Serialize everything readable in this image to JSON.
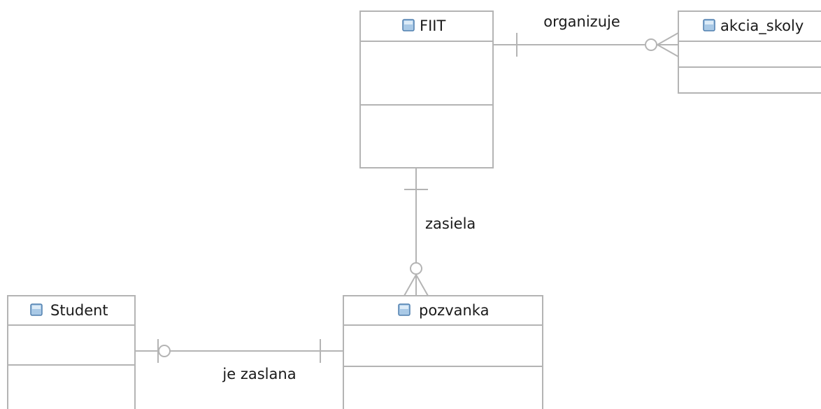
{
  "entities": {
    "fiit": {
      "name": "FIIT",
      "icon": "table-icon"
    },
    "akcia_skoly": {
      "name": "akcia_skoly",
      "icon": "table-icon"
    },
    "student": {
      "name": "Student",
      "icon": "table-icon"
    },
    "pozvanka": {
      "name": "pozvanka",
      "icon": "table-icon"
    }
  },
  "relationships": {
    "organizuje": {
      "label": "organizuje",
      "from": "FIIT",
      "to": "akcia_skoly",
      "from_cardinality": "one",
      "to_cardinality": "zero-or-many"
    },
    "zasiela": {
      "label": "zasiela",
      "from": "FIIT",
      "to": "pozvanka",
      "from_cardinality": "one",
      "to_cardinality": "zero-or-many"
    },
    "je_zaslana": {
      "label": "je zaslana",
      "from": "Student",
      "to": "pozvanka",
      "from_cardinality": "zero-or-one",
      "to_cardinality": "one"
    }
  },
  "colors": {
    "line": "#b4b4b4",
    "icon_fill": "#a9c9e6",
    "icon_border": "#4f7fae",
    "text": "#1a1a1a"
  }
}
